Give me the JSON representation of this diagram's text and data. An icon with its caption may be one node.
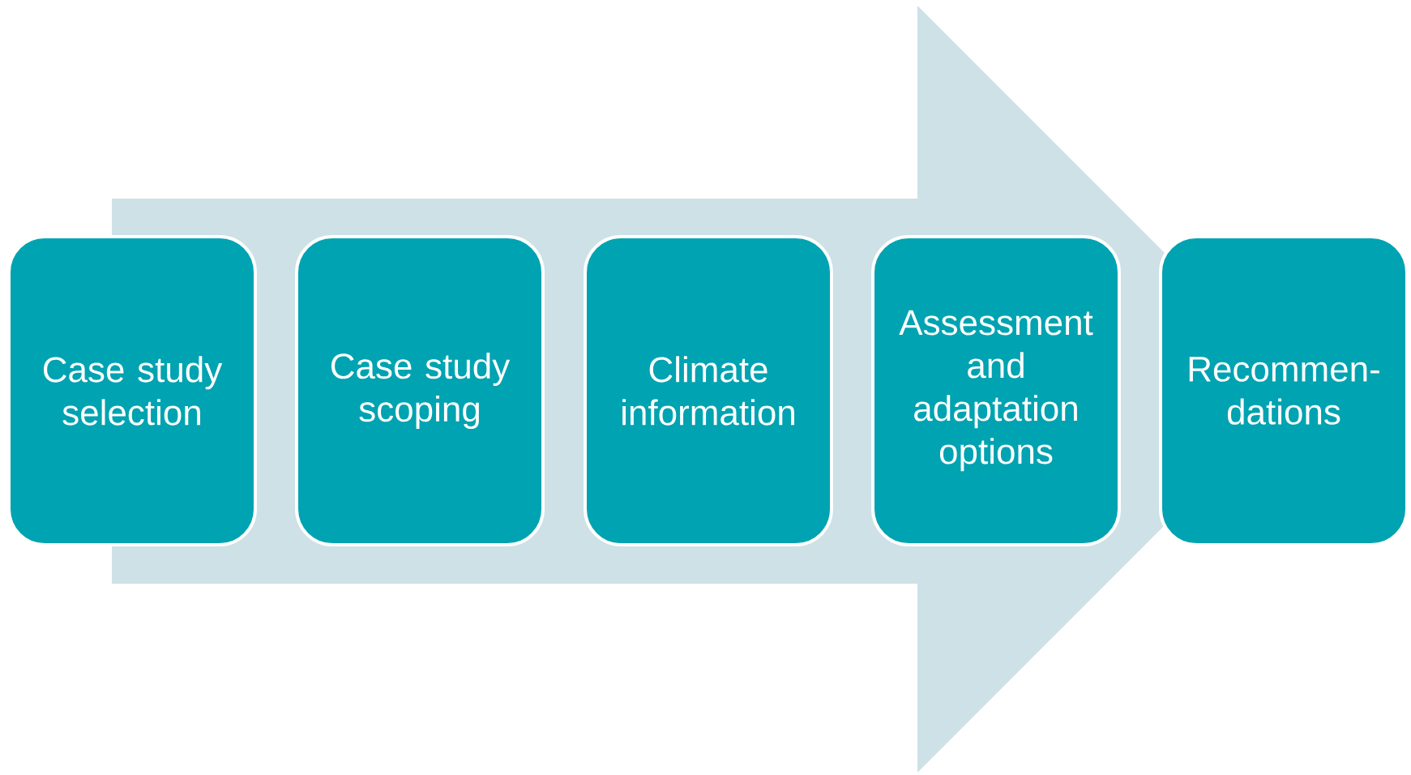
{
  "diagram": {
    "nodes": [
      {
        "text": [
          "Case study selection"
        ]
      },
      {
        "text": [
          "Case study scoping"
        ]
      },
      {
        "text": [
          "Climate information"
        ]
      },
      {
        "text": [
          "Assessment and adaptation options"
        ]
      },
      {
        "text": [
          "Recommen-dations"
        ]
      }
    ],
    "edges": [
      {
        "from": 0,
        "to": 4,
        "arrow": "to"
      }
    ]
  }
}
